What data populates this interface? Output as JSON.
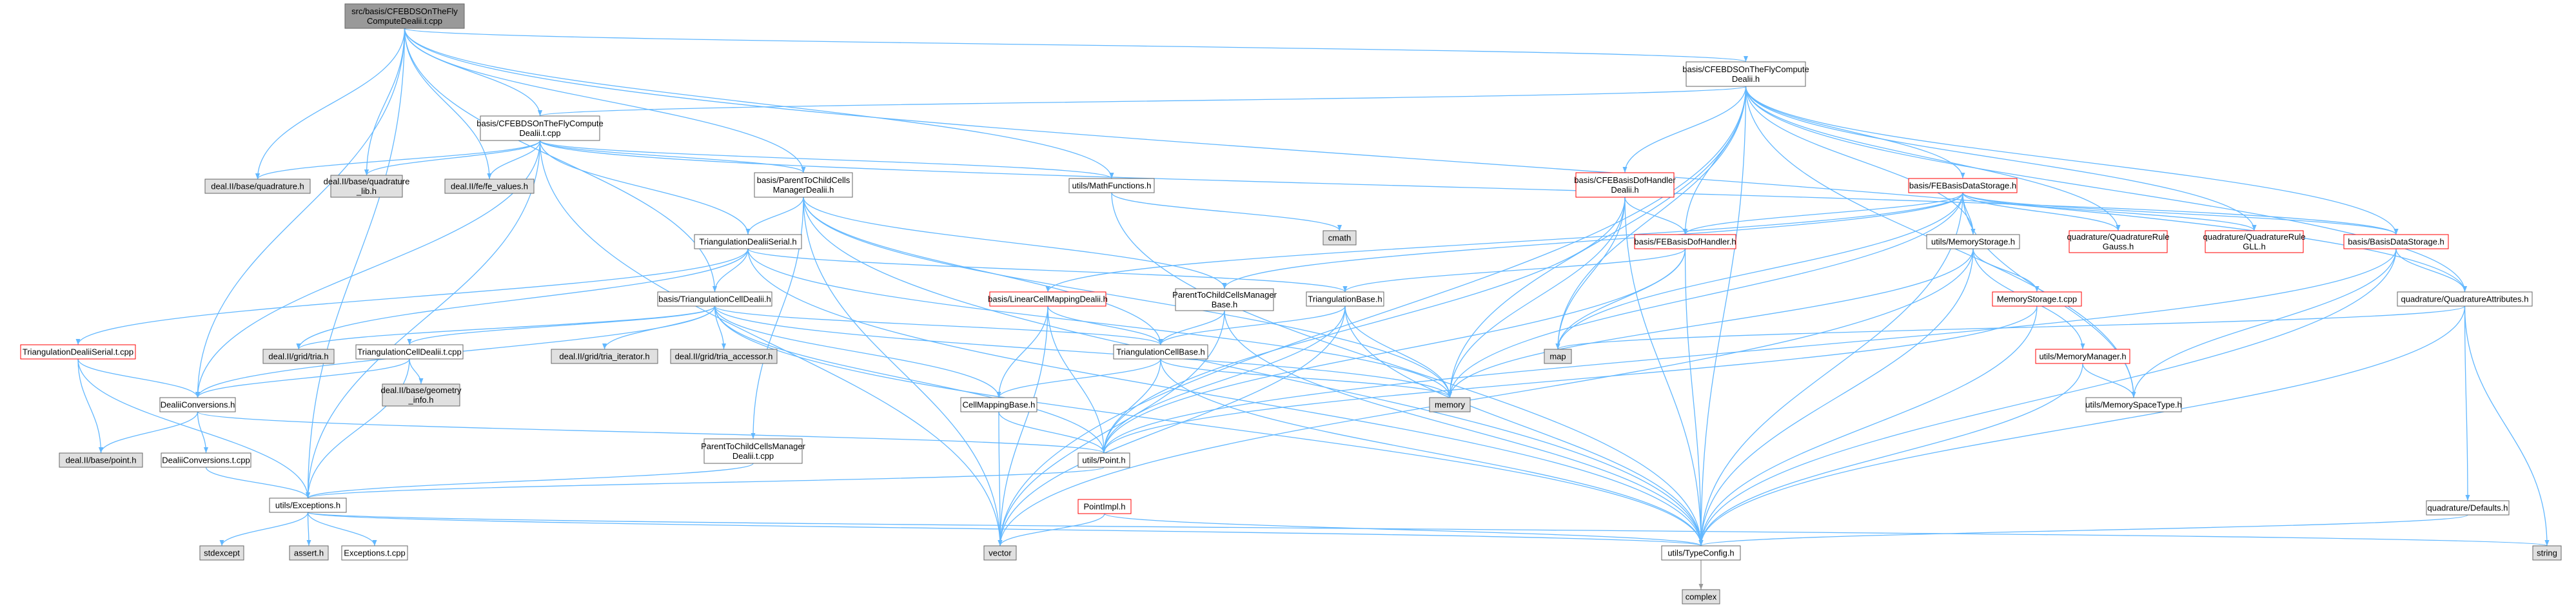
{
  "colors": {
    "edge": "#63b8ff",
    "edge_gray": "#999999",
    "node_border": "#666666",
    "node_border_red": "#ff0000",
    "fill_white": "#ffffff",
    "fill_gray": "#e0e0e0",
    "fill_root": "#999999"
  },
  "nodes": [
    {
      "id": "root",
      "lines": [
        "src/basis/CFEBDSOnTheFly",
        "ComputeDealii.t.cpp"
      ],
      "style": "root"
    },
    {
      "id": "fly",
      "lines": [
        "basis/CFEBDSOnTheFlyCompute",
        "Dealii.h"
      ],
      "style": "white"
    },
    {
      "id": "flyt",
      "lines": [
        "basis/CFEBDSOnTheFlyCompute",
        "Dealii.t.cpp"
      ],
      "style": "white"
    },
    {
      "id": "quadh",
      "lines": [
        "deal.II/base/quadrature.h"
      ],
      "style": "gray"
    },
    {
      "id": "quadlib",
      "lines": [
        "deal.II/base/quadrature",
        "_lib.h"
      ],
      "style": "gray"
    },
    {
      "id": "fevals",
      "lines": [
        "deal.II/fe/fe_values.h"
      ],
      "style": "gray"
    },
    {
      "id": "p2c",
      "lines": [
        "basis/ParentToChildCells",
        "ManagerDealii.h"
      ],
      "style": "white"
    },
    {
      "id": "mathf",
      "lines": [
        "utils/MathFunctions.h"
      ],
      "style": "white"
    },
    {
      "id": "cmath",
      "lines": [
        "cmath"
      ],
      "style": "gray"
    },
    {
      "id": "dofd",
      "lines": [
        "basis/CFEBasisDofHandler",
        "Dealii.h"
      ],
      "style": "red"
    },
    {
      "id": "bds",
      "lines": [
        "basis/FEBasisDataStorage.h"
      ],
      "style": "red"
    },
    {
      "id": "tds",
      "lines": [
        "TriangulationDealiiSerial.h"
      ],
      "style": "white"
    },
    {
      "id": "tcd",
      "lines": [
        "basis/TriangulationCellDealii.h"
      ],
      "style": "white"
    },
    {
      "id": "tdst",
      "lines": [
        "TriangulationDealiiSerial.t.cpp"
      ],
      "style": "red"
    },
    {
      "id": "grid",
      "lines": [
        "deal.II/grid/tria.h"
      ],
      "style": "gray"
    },
    {
      "id": "tcdt",
      "lines": [
        "TriangulationCellDealii.t.cpp"
      ],
      "style": "white"
    },
    {
      "id": "triait",
      "lines": [
        "deal.II/grid/tria_iterator.h"
      ],
      "style": "gray"
    },
    {
      "id": "triaacc",
      "lines": [
        "deal.II/grid/tria_accessor.h"
      ],
      "style": "gray"
    },
    {
      "id": "geom",
      "lines": [
        "deal.II/base/geometry",
        "_info.h"
      ],
      "style": "gray"
    },
    {
      "id": "dc",
      "lines": [
        "DealiiConversions.h"
      ],
      "style": "white"
    },
    {
      "id": "dpoint",
      "lines": [
        "deal.II/base/point.h"
      ],
      "style": "gray"
    },
    {
      "id": "dct",
      "lines": [
        "DealiiConversions.t.cpp"
      ],
      "style": "white"
    },
    {
      "id": "exc",
      "lines": [
        "utils/Exceptions.h"
      ],
      "style": "white"
    },
    {
      "id": "stdexc",
      "lines": [
        "stdexcept"
      ],
      "style": "gray"
    },
    {
      "id": "assert",
      "lines": [
        "assert.h"
      ],
      "style": "gray"
    },
    {
      "id": "exct",
      "lines": [
        "Exceptions.t.cpp"
      ],
      "style": "white"
    },
    {
      "id": "lcm",
      "lines": [
        "basis/LinearCellMappingDealii.h"
      ],
      "style": "red"
    },
    {
      "id": "p2cb",
      "lines": [
        "ParentToChildCellsManager",
        "Base.h"
      ],
      "style": "white"
    },
    {
      "id": "tb",
      "lines": [
        "TriangulationBase.h"
      ],
      "style": "white"
    },
    {
      "id": "tcb",
      "lines": [
        "TriangulationCellBase.h"
      ],
      "style": "white"
    },
    {
      "id": "cmb",
      "lines": [
        "CellMappingBase.h"
      ],
      "style": "white"
    },
    {
      "id": "p2ct",
      "lines": [
        "ParentToChildCellsManager",
        "Dealii.t.cpp"
      ],
      "style": "white"
    },
    {
      "id": "point",
      "lines": [
        "utils/Point.h"
      ],
      "style": "white"
    },
    {
      "id": "pimpl",
      "lines": [
        "PointImpl.h"
      ],
      "style": "red"
    },
    {
      "id": "vector",
      "lines": [
        "vector"
      ],
      "style": "gray"
    },
    {
      "id": "tcfg",
      "lines": [
        "utils/TypeConfig.h"
      ],
      "style": "white"
    },
    {
      "id": "complex",
      "lines": [
        "complex"
      ],
      "style": "gray"
    },
    {
      "id": "memory",
      "lines": [
        "memory"
      ],
      "style": "gray"
    },
    {
      "id": "map",
      "lines": [
        "map"
      ],
      "style": "gray"
    },
    {
      "id": "fbdh",
      "lines": [
        "basis/FEBasisDofHandler.h"
      ],
      "style": "red"
    },
    {
      "id": "ms",
      "lines": [
        "utils/MemoryStorage.h"
      ],
      "style": "white"
    },
    {
      "id": "mst",
      "lines": [
        "MemoryStorage.t.cpp"
      ],
      "style": "red"
    },
    {
      "id": "mm",
      "lines": [
        "utils/MemoryManager.h"
      ],
      "style": "red"
    },
    {
      "id": "mst2",
      "lines": [
        "utils/MemorySpaceType.h"
      ],
      "style": "white"
    },
    {
      "id": "qrg",
      "lines": [
        "quadrature/QuadratureRule",
        "Gauss.h"
      ],
      "style": "red"
    },
    {
      "id": "qrgll",
      "lines": [
        "quadrature/QuadratureRule",
        "GLL.h"
      ],
      "style": "red"
    },
    {
      "id": "bbds",
      "lines": [
        "basis/BasisDataStorage.h"
      ],
      "style": "red"
    },
    {
      "id": "qattr",
      "lines": [
        "quadrature/QuadratureAttributes.h"
      ],
      "style": "white"
    },
    {
      "id": "qdef",
      "lines": [
        "quadrature/Defaults.h"
      ],
      "style": "white"
    },
    {
      "id": "string",
      "lines": [
        "string"
      ],
      "style": "gray"
    }
  ]
}
